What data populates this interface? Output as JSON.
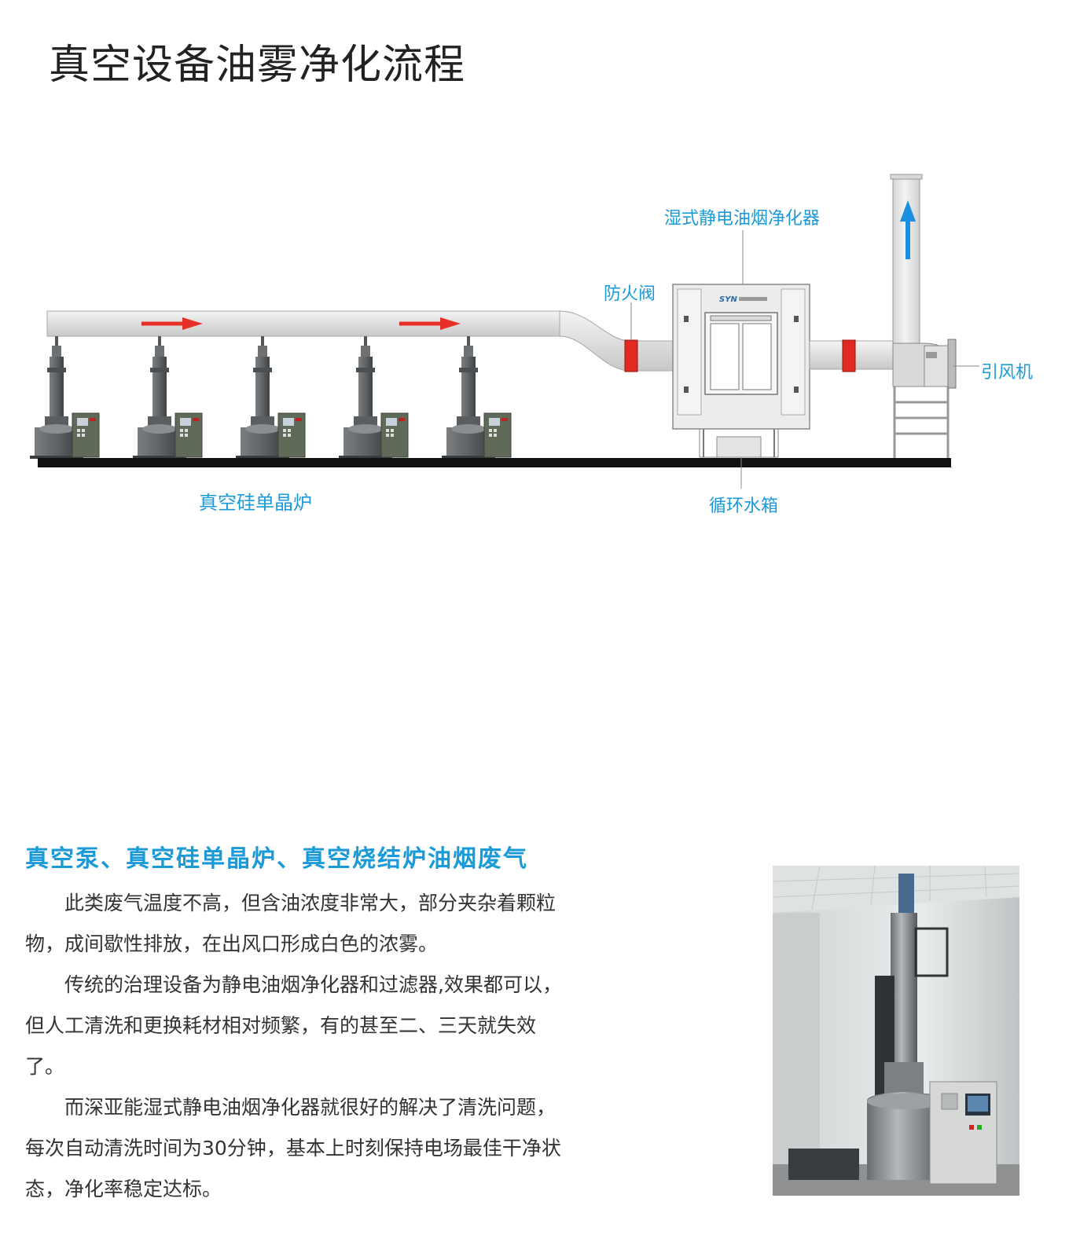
{
  "title": "真空设备油雾净化流程",
  "diagram": {
    "labels": {
      "purifier": "湿式静电油烟净化器",
      "fire_valve": "防火阀",
      "fan": "引风机",
      "water_tank": "循环水箱",
      "furnace": "真空硅单晶炉"
    },
    "furnace_count": 5,
    "colors": {
      "label_blue": "#1a9ad8",
      "flow_arrow_red": "#e63027",
      "valve_red": "#e12a22",
      "exhaust_arrow_blue": "#1a8fe0",
      "duct_gray": "#e6e6e6",
      "floor": "#111111"
    }
  },
  "section": {
    "subtitle": "真空泵、真空硅单晶炉、真空烧结炉油烟废气",
    "paragraphs": [
      "此类废气温度不高，但含油浓度非常大，部分夹杂着颗粒物，成间歇性排放，在出风口形成白色的浓雾。",
      "传统的治理设备为静电油烟净化器和过滤器,效果都可以，但人工清洗和更换耗材相对频繁，有的甚至二、三天就失效了。",
      "而深亚能湿式静电油烟净化器就很好的解决了清洗问题，每次自动清洗时间为30分钟，基本上时刻保持电场最佳干净状态，净化率稳定达标。"
    ]
  },
  "photo": {
    "subject": "vacuum-furnace-photo"
  }
}
